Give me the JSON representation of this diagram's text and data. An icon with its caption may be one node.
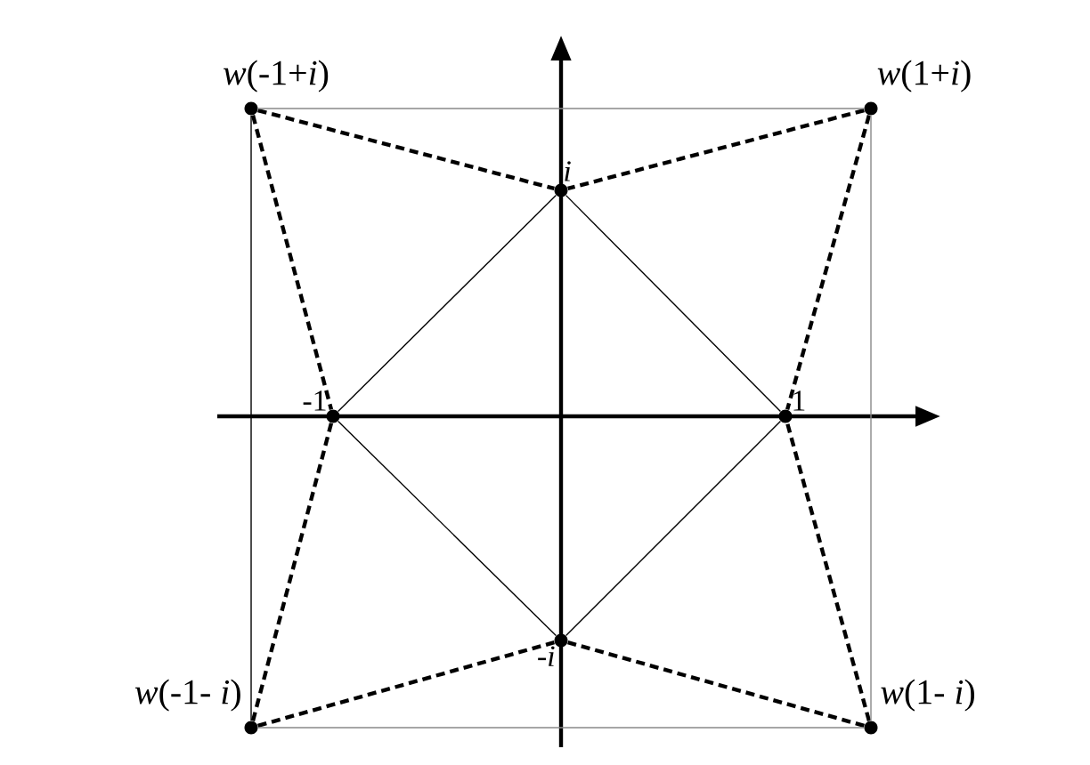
{
  "diagram": {
    "nodes": [
      {
        "text": [
          "*w*(-1+*i*)"
        ]
      },
      {
        "text": [
          "*w*(1+*i*)"
        ]
      },
      {
        "text": [
          "*i*"
        ]
      },
      {
        "text": [
          "-1"
        ]
      },
      {
        "text": [
          "1"
        ]
      },
      {
        "text": [
          "-*i*"
        ]
      },
      {
        "text": [
          "*w*(-1- *i*)"
        ]
      },
      {
        "text": [
          "*w*(1- *i*)"
        ]
      }
    ],
    "edges": [
      {
        "from": 0,
        "to": 2,
        "arrow": "none",
        "style": "dashed"
      },
      {
        "from": 1,
        "to": 2,
        "arrow": "none",
        "style": "dashed"
      },
      {
        "from": 0,
        "to": 3,
        "arrow": "none",
        "style": "dashed"
      },
      {
        "from": 1,
        "to": 4,
        "arrow": "none",
        "style": "dashed"
      },
      {
        "from": 6,
        "to": 3,
        "arrow": "none",
        "style": "dashed"
      },
      {
        "from": 7,
        "to": 4,
        "arrow": "none",
        "style": "dashed"
      },
      {
        "from": 6,
        "to": 5,
        "arrow": "none",
        "style": "dashed"
      },
      {
        "from": 7,
        "to": 5,
        "arrow": "none",
        "style": "dashed"
      },
      {
        "from": 2,
        "to": 3,
        "arrow": "none"
      },
      {
        "from": 2,
        "to": 4,
        "arrow": "none"
      },
      {
        "from": 3,
        "to": 5,
        "arrow": "none"
      },
      {
        "from": 4,
        "to": 5,
        "arrow": "none"
      },
      {
        "from": 0,
        "to": 1,
        "arrow": "none",
        "color": "#888888"
      },
      {
        "from": 1,
        "to": 7,
        "arrow": "none",
        "color": "#888888"
      },
      {
        "from": 7,
        "to": 6,
        "arrow": "none",
        "color": "#888888"
      },
      {
        "from": 6,
        "to": 0,
        "arrow": "none"
      }
    ]
  }
}
